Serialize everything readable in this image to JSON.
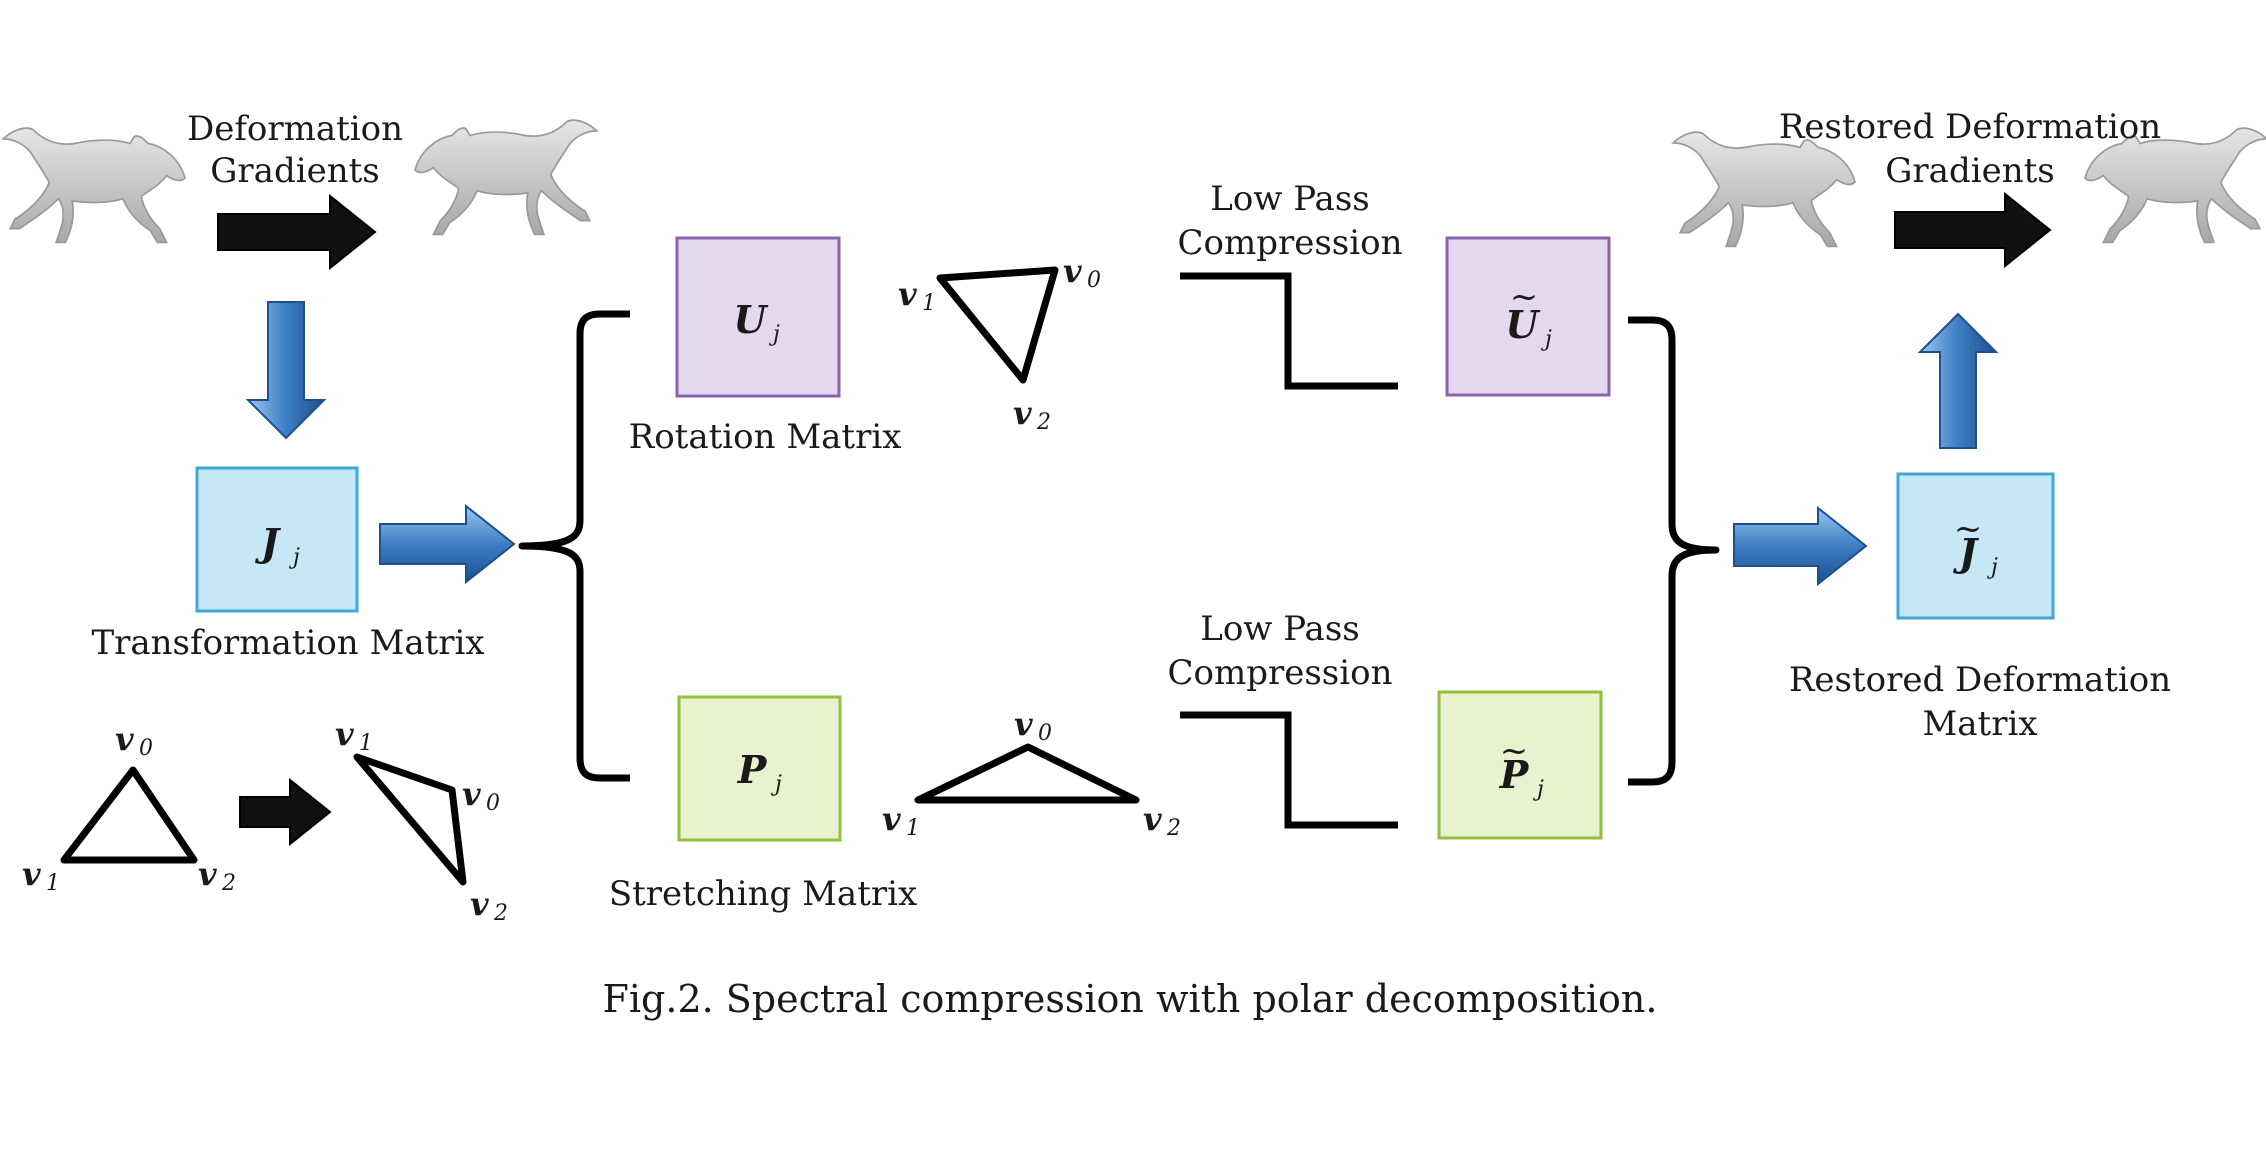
{
  "top_left": {
    "label_line1": "Deformation",
    "label_line2": "Gradients"
  },
  "top_right": {
    "label_line1": "Restored Deformation",
    "label_line2": "Gradients"
  },
  "boxes": {
    "J": {
      "symbol": "J",
      "subscript": "j",
      "caption": "Transformation Matrix",
      "fill": "#c6e8f6",
      "stroke": "#3fa9d4"
    },
    "U": {
      "symbol": "U",
      "subscript": "j",
      "caption": "Rotation Matrix",
      "fill": "#e4d8ee",
      "stroke": "#8a63b0"
    },
    "P": {
      "symbol": "P",
      "subscript": "j",
      "caption": "Stretching Matrix",
      "fill": "#e8f2cf",
      "stroke": "#93c03e"
    },
    "U_tilde": {
      "symbol": "U",
      "subscript": "j",
      "tilde": "~",
      "fill": "#e4d8ee",
      "stroke": "#8a63b0"
    },
    "P_tilde": {
      "symbol": "P",
      "subscript": "j",
      "tilde": "~",
      "fill": "#e8f2cf",
      "stroke": "#93c03e"
    },
    "J_tilde": {
      "symbol": "J",
      "subscript": "j",
      "tilde": "~",
      "caption_line1": "Restored Deformation",
      "caption_line2": "Matrix",
      "fill": "#c6e8f6",
      "stroke": "#3fa9d4"
    }
  },
  "low_pass": {
    "upper_line1": "Low Pass",
    "upper_line2": "Compression",
    "lower_line1": "Low Pass",
    "lower_line2": "Compression"
  },
  "vertices": {
    "v": "v",
    "s0": "0",
    "s1": "1",
    "s2": "2"
  },
  "caption": "Fig.2. Spectral compression with polar decomposition.",
  "colors": {
    "blue_arrow": "#3c7ec4",
    "black_arrow": "#111111",
    "horse": "#c9c9c9"
  }
}
